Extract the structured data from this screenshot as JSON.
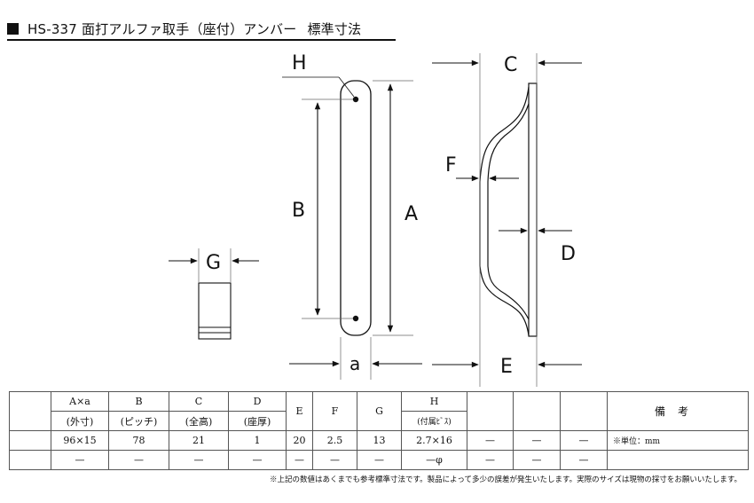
{
  "title": {
    "main": "HS-337 面打アルファ取手（座付）アンバー",
    "sub": "標準寸法"
  },
  "labels": {
    "H": "H",
    "B": "B",
    "A": "A",
    "a": "a",
    "C": "C",
    "F": "F",
    "D": "D",
    "E": "E",
    "G": "G"
  },
  "table": {
    "headers": [
      {
        "top": "A×a",
        "bottom": "(外寸)"
      },
      {
        "top": "B",
        "bottom": "(ピッチ)"
      },
      {
        "top": "C",
        "bottom": "(全高)"
      },
      {
        "top": "D",
        "bottom": "(座厚)"
      },
      {
        "top": "E",
        "bottom": ""
      },
      {
        "top": "F",
        "bottom": ""
      },
      {
        "top": "G",
        "bottom": ""
      },
      {
        "top": "H",
        "bottom": "(付属ﾋﾞｽ)"
      },
      {
        "top": "",
        "bottom": ""
      },
      {
        "top": "",
        "bottom": ""
      },
      {
        "top": "",
        "bottom": ""
      }
    ],
    "remarks_header": "備考",
    "rows": [
      [
        "96×15",
        "78",
        "21",
        "1",
        "20",
        "2.5",
        "13",
        "2.7×16",
        "—",
        "—",
        "—"
      ],
      [
        "—",
        "—",
        "—",
        "—",
        "—",
        "—",
        "—",
        "—φ",
        "—",
        "—",
        "—"
      ]
    ],
    "remarks": [
      "※単位：mm",
      ""
    ]
  },
  "footnote": "※上記の数値はあくまでも参考標準寸法です。製品によって多少の誤差が発生いたします。実際のサイズは現物の採寸をお願いいたします。"
}
